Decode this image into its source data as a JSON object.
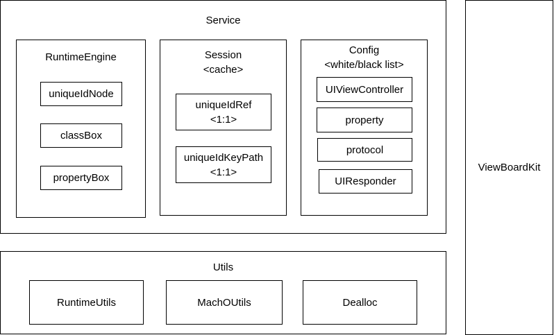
{
  "service": {
    "title": "Service",
    "runtime_engine": {
      "title": "RuntimeEngine",
      "items": [
        "uniqueIdNode",
        "classBox",
        "propertyBox"
      ]
    },
    "session": {
      "title": "Session\n<cache>",
      "items": [
        "uniqueIdRef\n<1:1>",
        "uniqueIdKeyPath\n<1:1>"
      ]
    },
    "config": {
      "title": "Config\n<white/black list>",
      "items": [
        "UIViewController",
        "property",
        "protocol",
        "UIResponder"
      ]
    }
  },
  "utils": {
    "title": "Utils",
    "items": [
      "RuntimeUtils",
      "MachOUtils",
      "Dealloc"
    ]
  },
  "viewboardkit": {
    "title": "ViewBoardKit"
  }
}
